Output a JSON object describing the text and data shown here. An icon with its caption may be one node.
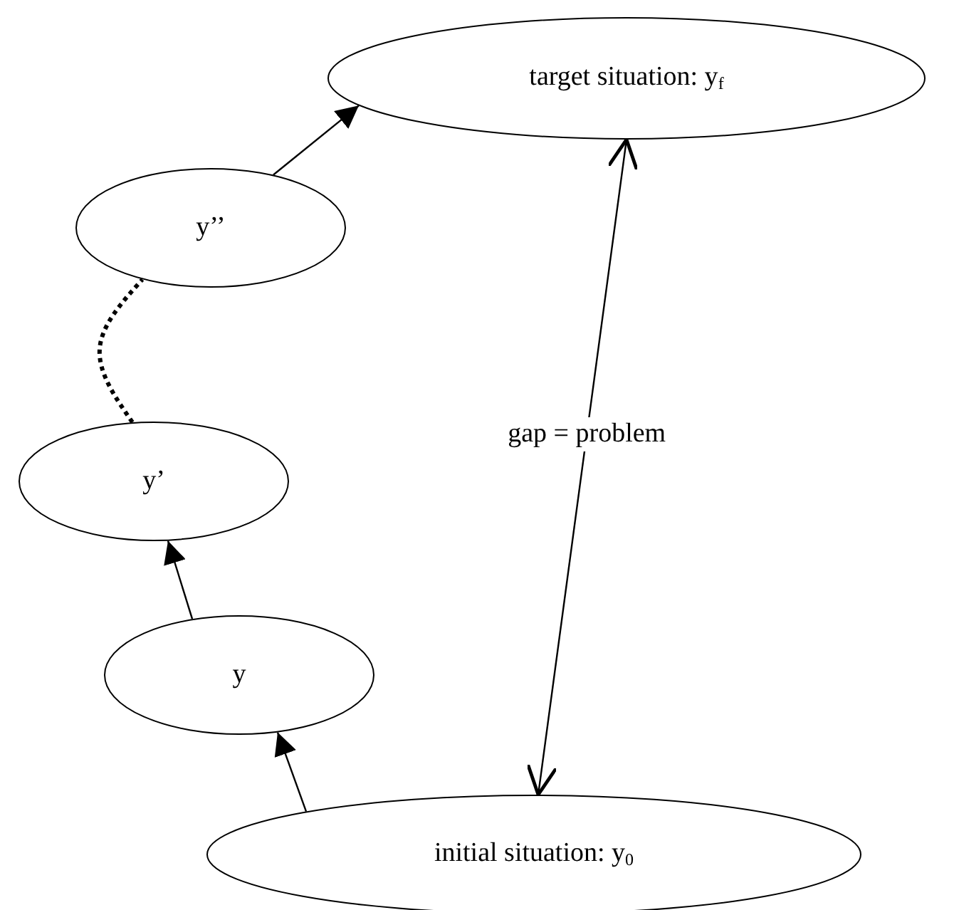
{
  "diagram": {
    "nodes": [
      {
        "text": [
          "target situation: y$_{f}$"
        ]
      },
      {
        "text": [
          "y’’"
        ]
      },
      {
        "text": [
          "y’"
        ]
      },
      {
        "text": [
          "y"
        ]
      },
      {
        "text": [
          "initial situation: y$_{0}$"
        ]
      }
    ],
    "edges": [
      {
        "from": 4,
        "to": 3,
        "arrow": "to"
      },
      {
        "from": 3,
        "to": 2,
        "arrow": "to"
      },
      {
        "from": 2,
        "to": 1,
        "arrow": "none",
        "style": "dashed"
      },
      {
        "from": 1,
        "to": 0,
        "arrow": "to"
      },
      {
        "from": 0,
        "to": 4,
        "arrow": "both",
        "label": "gap = problem"
      }
    ]
  }
}
